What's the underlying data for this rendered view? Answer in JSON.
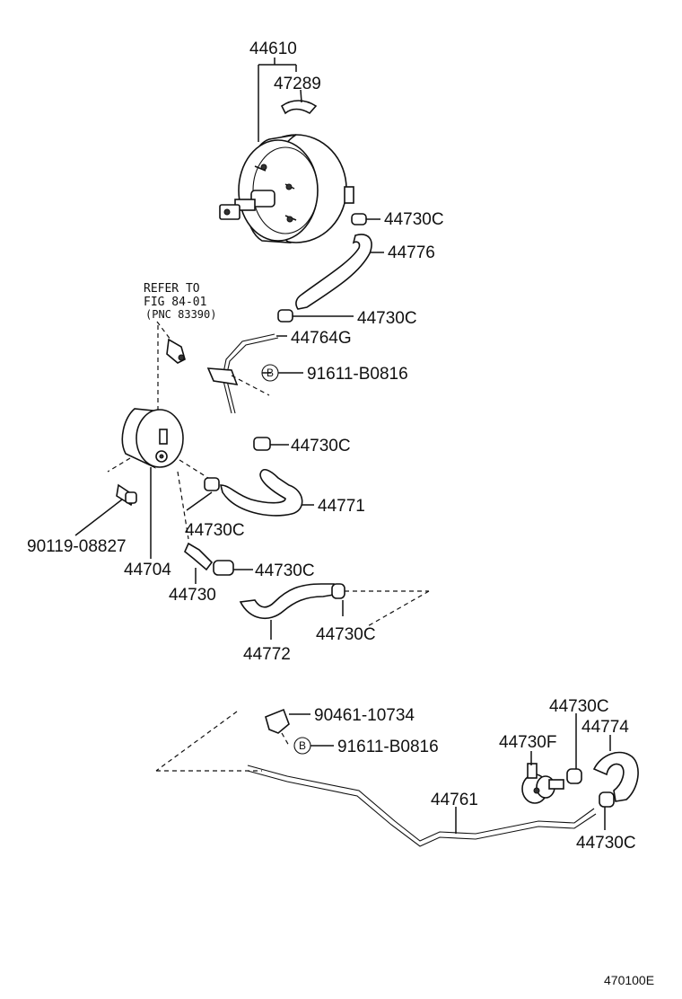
{
  "labels": {
    "p44610": "44610",
    "p47289": "47289",
    "p44730c_1": "44730C",
    "p44776": "44776",
    "p44730c_2": "44730C",
    "refer_to": "REFER TO",
    "fig": "FIG 84-01",
    "pnc": "(PNC 83390)",
    "p44764g": "44764G",
    "b_1": "B",
    "p91611_1": "91611-B0816",
    "p44730c_3": "44730C",
    "p44771": "44771",
    "p44730c_4": "44730C",
    "p90119": "90119-08827",
    "p44704": "44704",
    "p44730c_5": "44730C",
    "p44730": "44730",
    "p44730c_6": "44730C",
    "p44772": "44772",
    "p90461": "90461-10734",
    "b_2": "B",
    "p91611_2": "91611-B0816",
    "p44730c_7": "44730C",
    "p44774": "44774",
    "p44730f": "44730F",
    "p44761": "44761",
    "p44730c_8": "44730C",
    "drawing_code": "470100E"
  }
}
